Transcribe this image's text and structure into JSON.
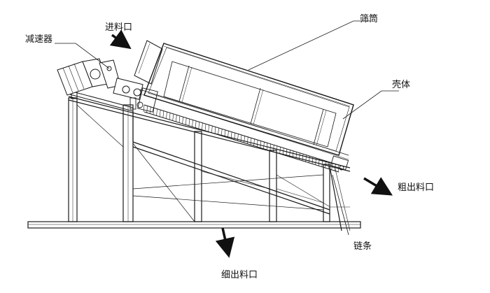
{
  "labels": {
    "reducer": "减速器",
    "feed_inlet": "进料口",
    "screen_drum": "筛筒",
    "housing": "壳体",
    "coarse_outlet": "粗出料口",
    "chain": "链条",
    "fine_outlet": "细出料口"
  },
  "colors": {
    "line": "#1a1a1a",
    "arrow": "#111111",
    "background": "#ffffff"
  }
}
